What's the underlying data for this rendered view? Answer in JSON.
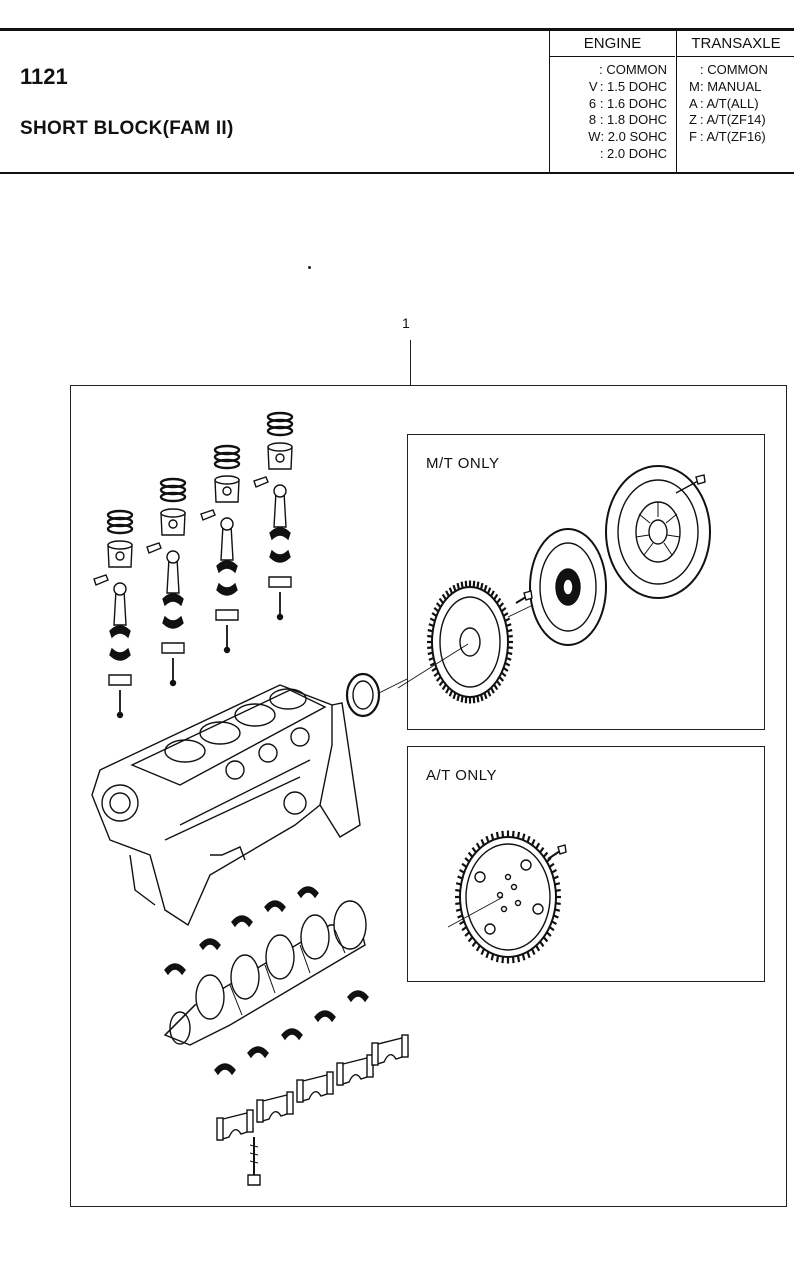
{
  "header": {
    "code": "1121",
    "title": "SHORT BLOCK(FAM II)"
  },
  "engine": {
    "heading": "ENGINE",
    "rows": [
      {
        "key": "",
        "label": ": COMMON"
      },
      {
        "key": "V",
        "label": ": 1.5 DOHC"
      },
      {
        "key": "6",
        "label": ": 1.6 DOHC"
      },
      {
        "key": "8",
        "label": ": 1.8 DOHC"
      },
      {
        "key": "W",
        "label": ": 2.0 SOHC"
      },
      {
        "key": "",
        "label": ": 2.0 DOHC"
      }
    ]
  },
  "transaxle": {
    "heading": "TRANSAXLE",
    "rows": [
      {
        "key": "",
        "label": ": COMMON"
      },
      {
        "key": "M",
        "label": ": MANUAL"
      },
      {
        "key": "A",
        "label": ": A/T(ALL)"
      },
      {
        "key": "Z",
        "label": ": A/T(ZF14)"
      },
      {
        "key": "F",
        "label": ": A/T(ZF16)"
      }
    ]
  },
  "diagram": {
    "callout": "1",
    "mt_label": "M/T ONLY",
    "at_label": "A/T ONLY"
  }
}
